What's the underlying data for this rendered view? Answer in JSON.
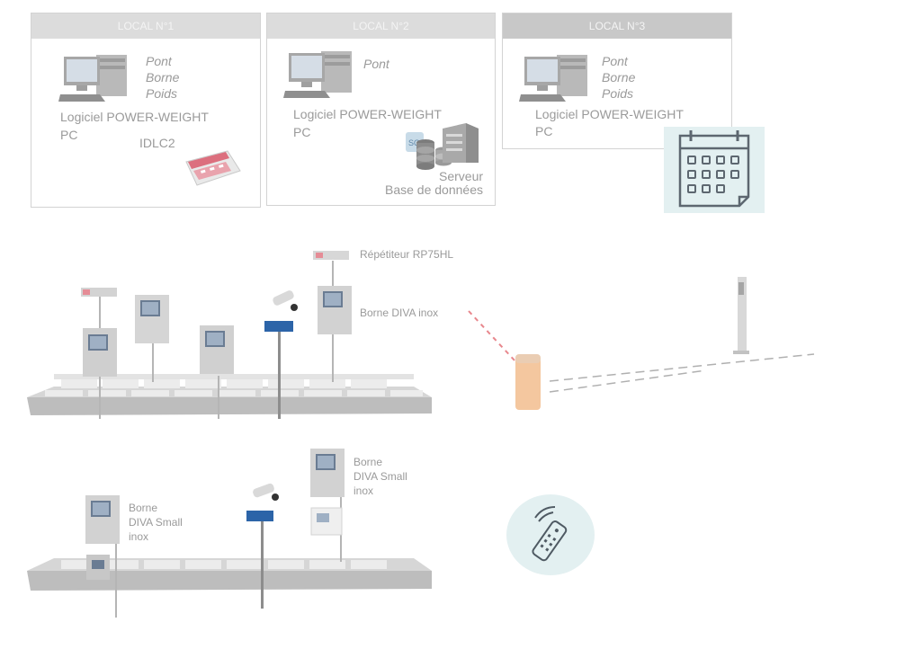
{
  "locals": [
    {
      "title": "LOCAL N°1",
      "items": [
        "Pont",
        "Borne",
        "Poids"
      ],
      "software": "Logiciel POWER-WEIGHT",
      "pc": "PC",
      "device": "IDLC2"
    },
    {
      "title": "LOCAL N°2",
      "items": [
        "Pont"
      ],
      "software": "Logiciel POWER-WEIGHT",
      "pc": "PC",
      "server": "Serveur",
      "database": "Base de données"
    },
    {
      "title": "LOCAL N°3",
      "items": [
        "Pont",
        "Borne",
        "Poids"
      ],
      "software": "Logiciel POWER-WEIGHT",
      "pc": "PC"
    }
  ],
  "site_top": {
    "repeater": "Répétiteur RP75HL",
    "kiosk": "Borne DIVA inox"
  },
  "site_bottom": {
    "kiosk_left": [
      "Borne",
      "DIVA Small",
      "inox"
    ],
    "kiosk_right": [
      "Borne",
      "DIVA Small",
      "inox"
    ]
  },
  "icons": {
    "calendar": "calendar-icon",
    "remote": "remote-control-icon",
    "database": "database-icon",
    "server": "server-icon"
  },
  "colors": {
    "accent_bg": "#e3f0f1",
    "barrier_orange": "#f4c79f",
    "barrier_red": "#e8878d",
    "kiosk_blue": "#2c64a8"
  }
}
